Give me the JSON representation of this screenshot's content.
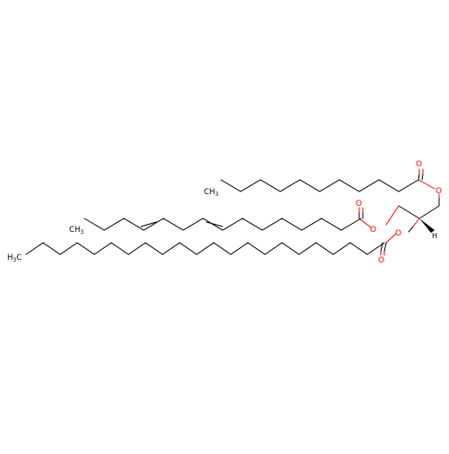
{
  "molecule": {
    "colors": {
      "bond": "#000000",
      "oxygen": "#ff0000",
      "background": "#ffffff"
    },
    "atom_labels": {
      "oxygen": "O",
      "methyl_carbon": "C",
      "methyl_hydrogen": "H",
      "methyl_subscript": "3",
      "stereo_hydrogen": "H"
    }
  }
}
